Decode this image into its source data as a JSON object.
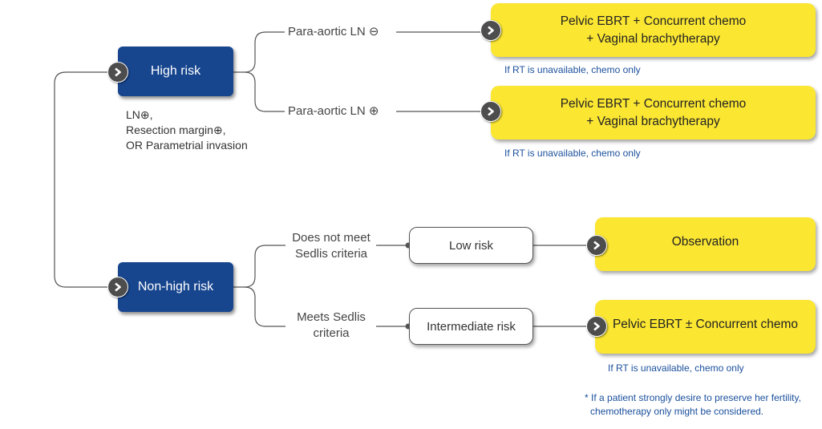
{
  "nodes": {
    "high_risk": "High risk",
    "non_high_risk": "Non-high risk",
    "low_risk": "Low risk",
    "intermediate_risk": "Intermediate risk"
  },
  "high_risk_criteria": [
    "LN⊕,",
    "Resection margin⊕,",
    "OR Parametrial invasion"
  ],
  "branches": {
    "para_aortic_negative": "Para-aortic LN ⊖",
    "para_aortic_positive": "Para-aortic LN ⊕",
    "not_sedlis": [
      "Does not meet",
      "Sedlis criteria"
    ],
    "meets_sedlis": [
      "Meets Sedlis",
      "criteria"
    ]
  },
  "treatments": {
    "pelvic_vaginal_1": [
      "Pelvic EBRT + Concurrent chemo",
      "+ Vaginal brachytherapy"
    ],
    "pelvic_vaginal_2": [
      "Pelvic EBRT + Concurrent chemo",
      "+ Vaginal brachytherapy"
    ],
    "observation": "Observation",
    "pelvic_pm": "Pelvic EBRT ± Concurrent chemo"
  },
  "notes": {
    "rt_unavailable_1": "If RT is unavailable, chemo only",
    "rt_unavailable_2": "If RT is unavailable, chemo only",
    "rt_unavailable_3": "If RT is unavailable, chemo only"
  },
  "footnote": [
    "* If a patient strongly desire to preserve her fertility,",
    "chemotherapy only might be considered."
  ],
  "colors": {
    "risk_box": "#17468f",
    "treatment_box": "#fbe632",
    "note_text": "#1a4f9c",
    "connector": "#555555",
    "arrow_icon": "#4d4d4d"
  },
  "icons": [
    "arrow-right-circle-icon"
  ]
}
